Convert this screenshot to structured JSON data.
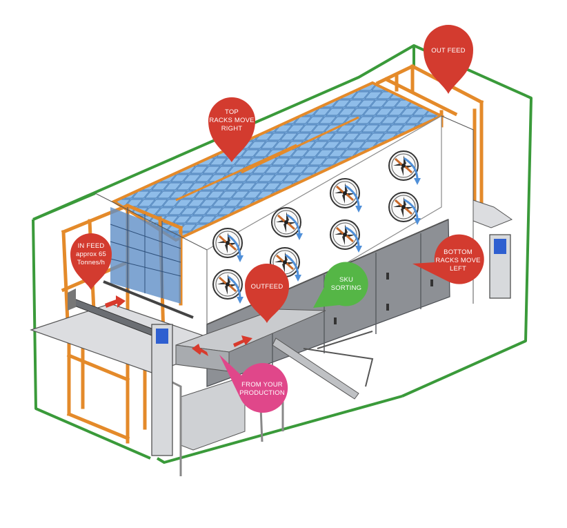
{
  "callouts": {
    "infeed": {
      "lines": [
        "IN FEED",
        "approx 65",
        "Tonnes/h"
      ],
      "color": "#d33b2f"
    },
    "top": {
      "lines": [
        "TOP",
        "RACKS MOVE",
        "RIGHT"
      ],
      "color": "#d33b2f"
    },
    "outfeed_top": {
      "lines": [
        "OUT FEED"
      ],
      "color": "#d33b2f"
    },
    "outfeed": {
      "lines": [
        "OUTFEED"
      ],
      "color": "#d33b2f"
    },
    "sku": {
      "lines": [
        "SKU",
        "SORTING"
      ],
      "color": "#55b646"
    },
    "bottom": {
      "lines": [
        "BOTTOM",
        "RACKS MOVE",
        "LEFT"
      ],
      "color": "#d33b2f"
    },
    "production": {
      "lines": [
        "FROM YOUR",
        "PRODUCTION"
      ],
      "color": "#e0478a"
    }
  },
  "colors": {
    "frame_green": "#3a9a3a",
    "frame_orange": "#e48a2a",
    "rack_blue": "#6ea3dc",
    "arrow_red": "#d83a2c",
    "fan_arrow_blue": "#4f8fd8",
    "machine_grey": "#8d9095"
  }
}
